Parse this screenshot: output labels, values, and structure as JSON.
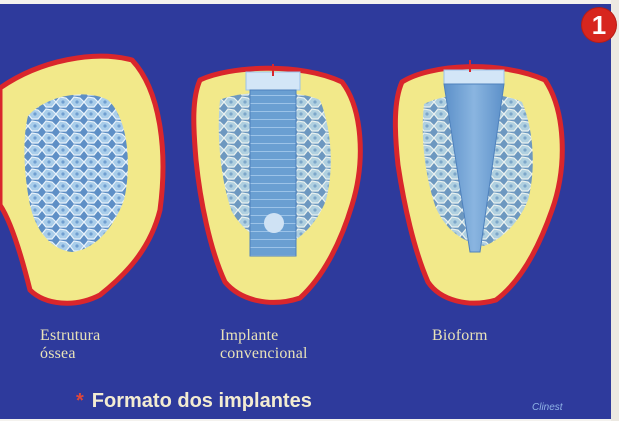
{
  "figure": {
    "number": "1",
    "labels": {
      "bone": [
        "Estrutura",
        "óssea"
      ],
      "conventional": [
        "Implante",
        "convencional"
      ],
      "bioform": "Bioform"
    },
    "caption_star": "*",
    "caption": "Formato dos implantes",
    "credit": "Clinest"
  },
  "colors": {
    "background": "#2e3a9c",
    "bone_outline": "#d9262c",
    "cortical": "#f2e98a",
    "trabecular": "#9fc6e6",
    "implant": "#6a9fd2",
    "number_badge": "#d7261e"
  }
}
